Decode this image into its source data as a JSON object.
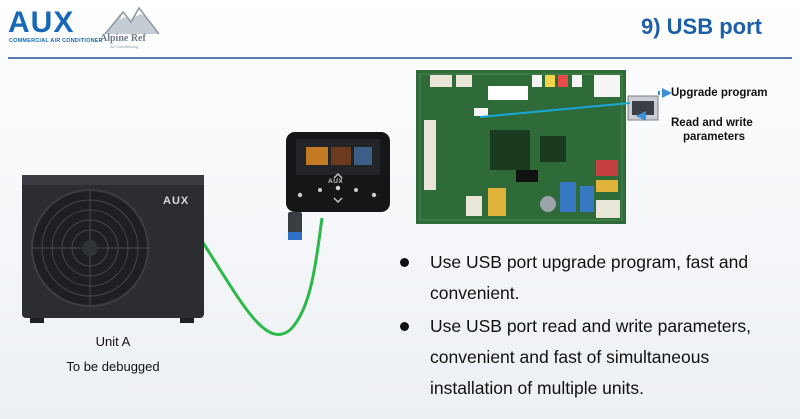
{
  "header": {
    "brand": "AUX",
    "brand_tagline": "COMMERCIAL AIR CONDITIONER",
    "partner_name": "Alpine Ref",
    "partner_sub": "Air Conditioning",
    "title": "9) USB port"
  },
  "unit": {
    "logo_text": "AUX",
    "label_line1": "Unit A",
    "label_line2": "To be debugged"
  },
  "controller": {
    "logo_text": "AUX"
  },
  "board": {
    "arrow_label_1": "Upgrade program",
    "arrow_label_2_line1": "Read and write",
    "arrow_label_2_line2": "parameters",
    "arrow_color": "#3a8fd8",
    "usb_line_color": "#1aa8d8"
  },
  "cable_color": "#2db84a",
  "bullets": [
    {
      "line1": "Use USB port upgrade program, fast and",
      "line2": "convenient."
    },
    {
      "line1": "Use USB port read and write parameters,",
      "line2": "convenient and fast of simultaneous",
      "line3": "installation of multiple units."
    }
  ],
  "colors": {
    "brand_blue": "#1769b8",
    "title_blue": "#1b5fa8",
    "rule": "#5a7fae",
    "pcb_green": "#2f6b38"
  }
}
